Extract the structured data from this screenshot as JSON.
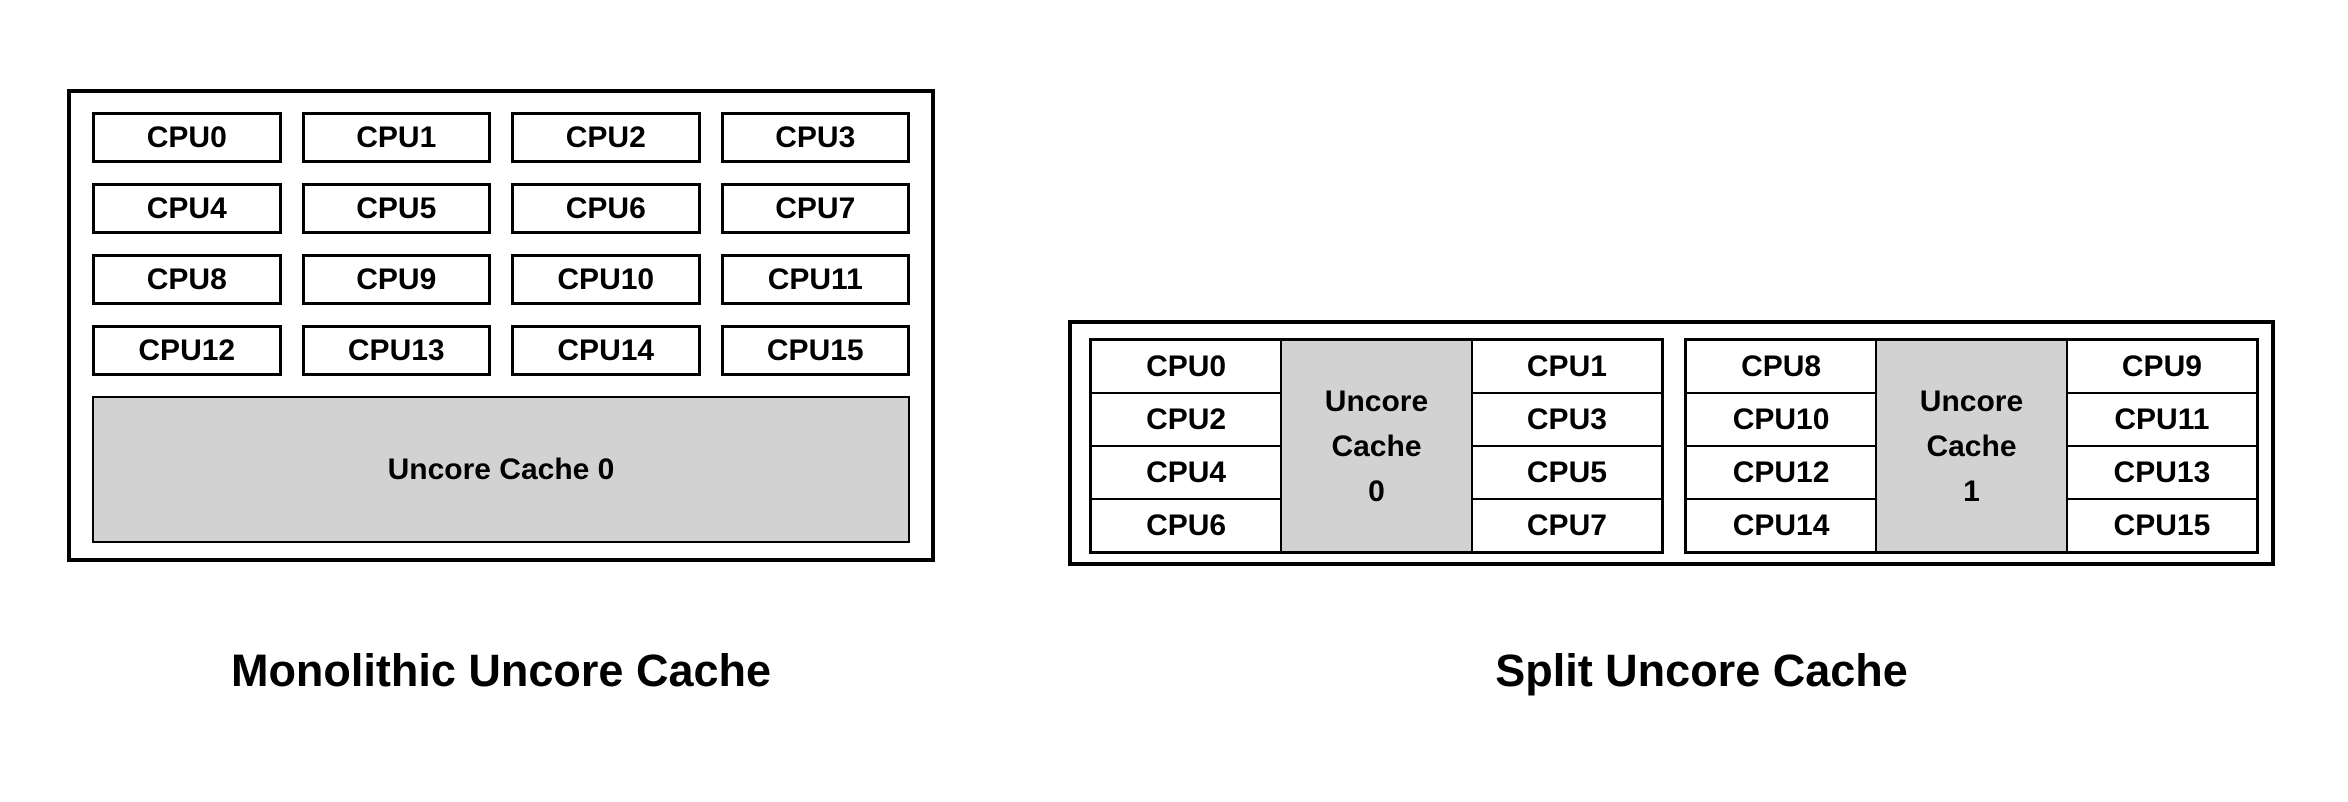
{
  "colors": {
    "background": "#ffffff",
    "border": "#000000",
    "text": "#000000",
    "cache_fill": "#d2d2d2"
  },
  "monolithic": {
    "caption": "Monolithic Uncore Cache",
    "cpus": [
      "CPU0",
      "CPU1",
      "CPU2",
      "CPU3",
      "CPU4",
      "CPU5",
      "CPU6",
      "CPU7",
      "CPU8",
      "CPU9",
      "CPU10",
      "CPU11",
      "CPU12",
      "CPU13",
      "CPU14",
      "CPU15"
    ],
    "cache_label": "Uncore Cache 0"
  },
  "split": {
    "caption": "Split Uncore Cache",
    "clusters": [
      {
        "left_cpus": [
          "CPU0",
          "CPU2",
          "CPU4",
          "CPU6"
        ],
        "cache_label_lines": [
          "Uncore",
          "Cache",
          "0"
        ],
        "right_cpus": [
          "CPU1",
          "CPU3",
          "CPU5",
          "CPU7"
        ]
      },
      {
        "left_cpus": [
          "CPU8",
          "CPU10",
          "CPU12",
          "CPU14"
        ],
        "cache_label_lines": [
          "Uncore",
          "Cache",
          "1"
        ],
        "right_cpus": [
          "CPU9",
          "CPU11",
          "CPU13",
          "CPU15"
        ]
      }
    ]
  }
}
